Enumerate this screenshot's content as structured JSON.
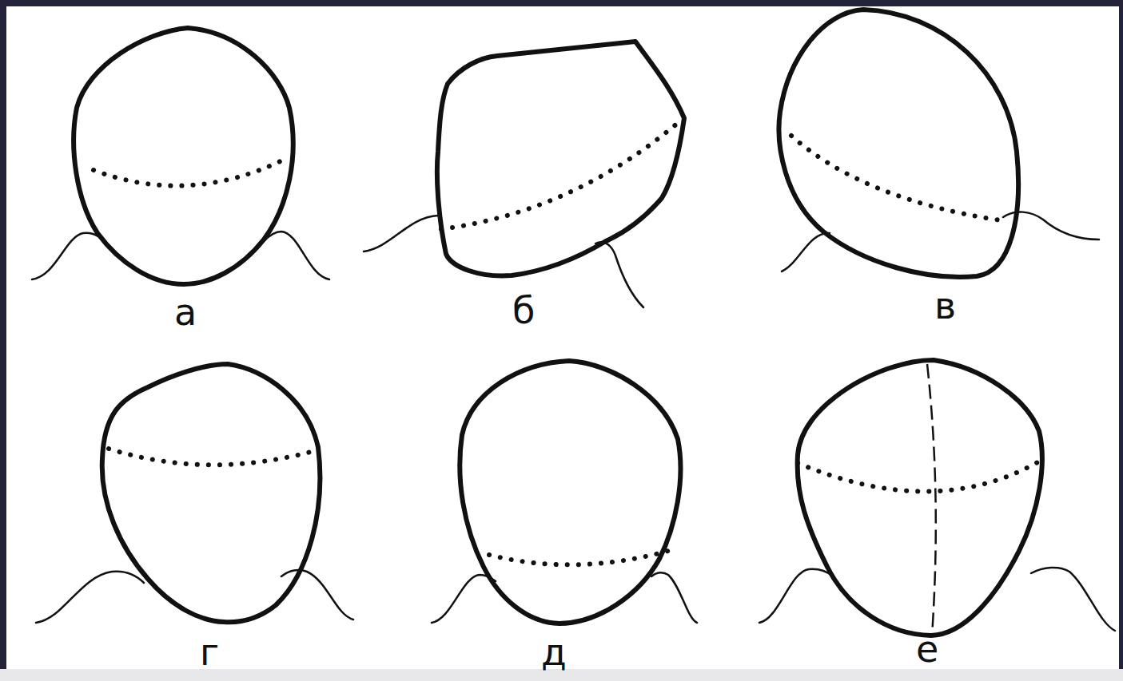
{
  "diagram": {
    "labels": [
      "а",
      "б",
      "в",
      "г",
      "д",
      "е"
    ]
  }
}
